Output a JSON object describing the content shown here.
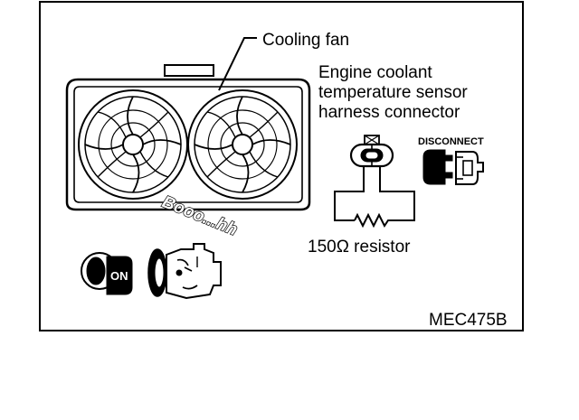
{
  "labels": {
    "cooling_fan": "Cooling fan",
    "sensor_line1": "Engine coolant",
    "sensor_line2": "temperature sensor",
    "sensor_line3": "harness connector",
    "disconnect": "DISCONNECT",
    "resistor": "150Ω resistor",
    "figure_code": "MEC475B",
    "fan_sound": "Booo...hh",
    "key_position": "ON"
  },
  "icons": [
    "cooling-fan-icon",
    "connector-icon",
    "resistor-icon",
    "ignition-key-icon",
    "engine-icon",
    "disconnected-connector-icon"
  ]
}
